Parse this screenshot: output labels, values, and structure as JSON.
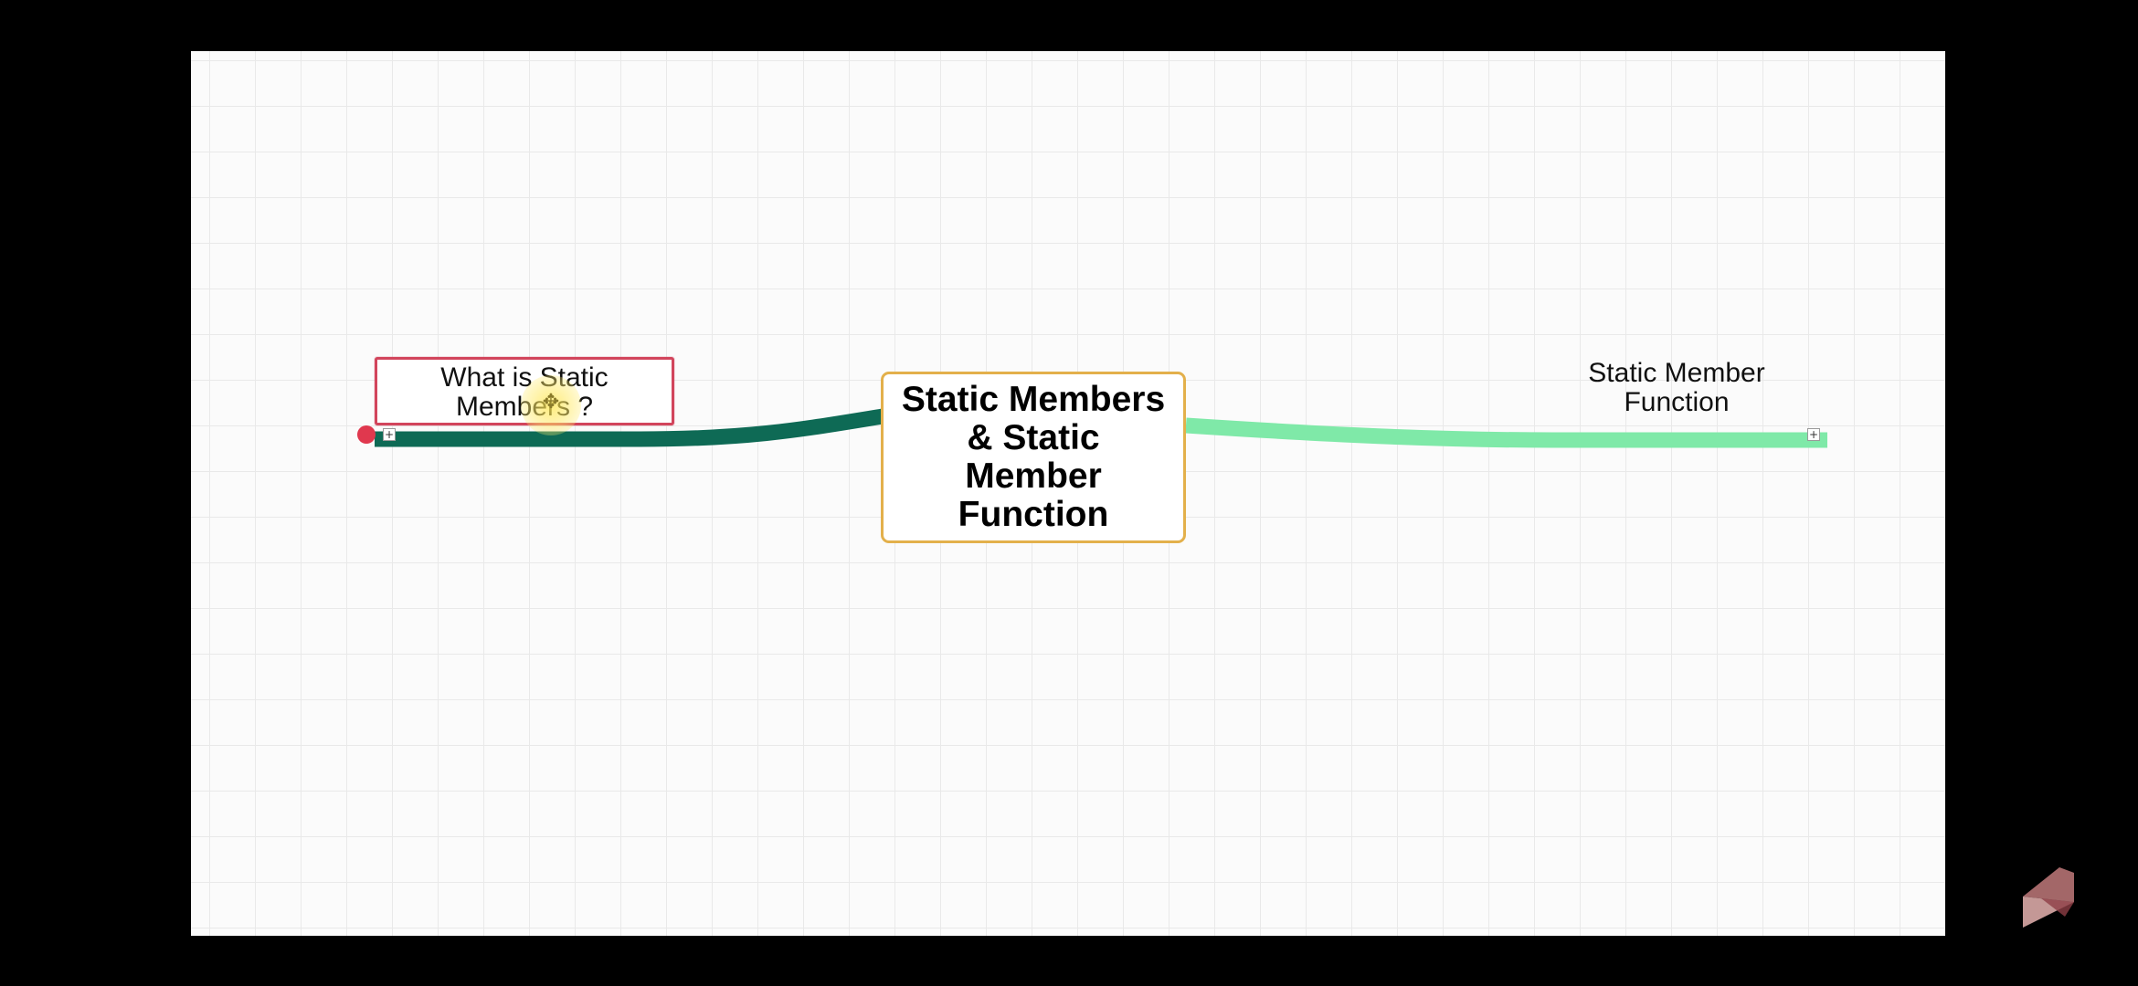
{
  "central_topic": {
    "label": "Static Members\n& Static\nMember\nFunction"
  },
  "left_topic": {
    "label": "What is Static\nMembers ?"
  },
  "right_topic": {
    "label": "Static Member\nFunction"
  },
  "expanders": {
    "left": "+",
    "right": "+"
  },
  "colors": {
    "background": "#000000",
    "canvas": "#fbfbfb",
    "grid": "#e9e9e9",
    "central_border": "#e3b04b",
    "left_border": "#d2455c",
    "left_branch": "#0e6a55",
    "right_branch": "#7fe9a8",
    "endpoint_dot": "#e0384e"
  },
  "icons": {
    "cursor": "move-cursor-icon",
    "watermark": "logo-icon"
  }
}
